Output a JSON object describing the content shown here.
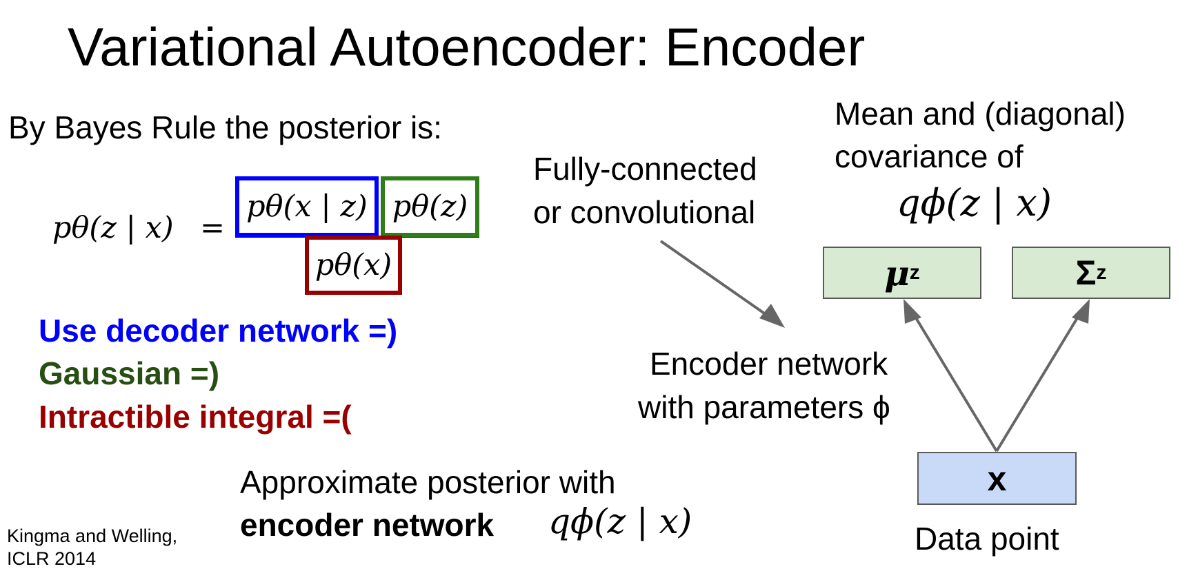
{
  "title": "Variational Autoencoder: Encoder",
  "bayes_text": "By Bayes Rule the posterior is:",
  "equation": {
    "lhs": "pθ(z | x)",
    "equals": "=",
    "likelihood": "pθ(x | z)",
    "prior": "pθ(z)",
    "evidence": "pθ(x)"
  },
  "notes": {
    "blue": "Use decoder network =)",
    "green": "Gaussian =)",
    "red": "Intractible integral =("
  },
  "approximate": {
    "line1": "Approximate posterior with",
    "line2": "encoder network",
    "formula": "qϕ(z | x)"
  },
  "citation": {
    "line1": "Kingma and Welling,",
    "line2": "ICLR 2014"
  },
  "fully_connected": {
    "line1": "Fully-connected",
    "line2": "or convolutional"
  },
  "mean_label": {
    "line1": "Mean and (diagonal)",
    "line2": "covariance of",
    "formula": "qϕ(z | x)"
  },
  "encoder_label": {
    "line1": "Encoder network",
    "line2": "with parameters ϕ"
  },
  "nodes": {
    "mu": {
      "symbol": "μ",
      "superscript": "z"
    },
    "sigma": {
      "symbol": "Σ",
      "superscript": "z"
    },
    "x": {
      "label": "x"
    }
  },
  "data_point_label": "Data point",
  "colors": {
    "blue": "#0000ff",
    "green": "#274e13",
    "box_green": "#2e7d1a",
    "red": "#990000",
    "node_green_fill": "#d9ead3",
    "node_blue_fill": "#c9daf8",
    "arrow": "#666666"
  }
}
